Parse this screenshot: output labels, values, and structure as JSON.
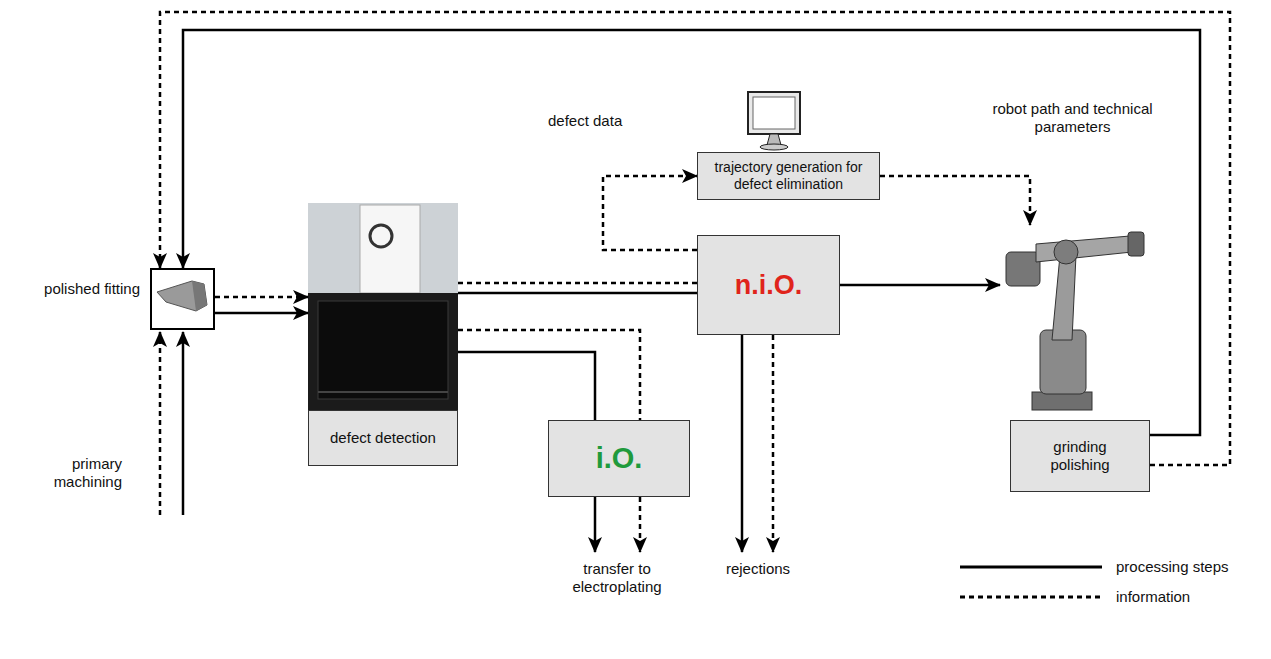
{
  "diagram": {
    "nodes": [
      {
        "text": [
          "polished fitting"
        ]
      },
      {
        "text": [
          "defect detection"
        ]
      },
      {
        "text": [
          "trajectory generation for defect elimination"
        ]
      },
      {
        "text": [
          "n.i.O."
        ]
      },
      {
        "text": [
          "i.O."
        ]
      },
      {
        "text": [
          "grinding polishing"
        ]
      }
    ],
    "edges": [
      {
        "from": 0,
        "to": 1,
        "arrow": "to"
      },
      {
        "from": 0,
        "to": 1,
        "arrow": "to"
      },
      {
        "from": 1,
        "to": 3,
        "arrow": "none"
      },
      {
        "from": 1,
        "to": 3,
        "arrow": "none"
      },
      {
        "from": 1,
        "to": 4,
        "arrow": "none"
      },
      {
        "from": 1,
        "to": 4,
        "arrow": "none"
      },
      {
        "from": 3,
        "to": 2,
        "arrow": "to"
      },
      {
        "from": 2,
        "to": 5,
        "arrow": "to"
      },
      {
        "from": 3,
        "to": 5,
        "arrow": "to"
      },
      {
        "from": 5,
        "to": 0,
        "arrow": "to"
      },
      {
        "from": 5,
        "to": 0,
        "arrow": "to"
      }
    ],
    "labels": [
      "primary machining",
      "defect data",
      "robot path and technical parameters",
      "transfer to electroplating",
      "rejections"
    ],
    "legend": [
      {
        "text": "processing steps"
      },
      {
        "text": "information"
      }
    ]
  }
}
